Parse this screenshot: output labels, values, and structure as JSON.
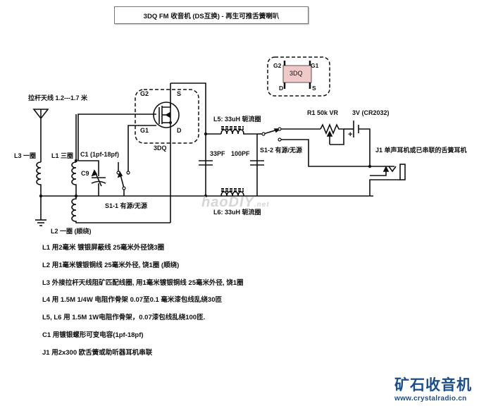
{
  "title": "3DQ FM 收音机 (DS互换) - 再生可推舌簧喇叭",
  "labels": {
    "antenna": "拉杆天线 1.2---1.7 米",
    "l3": "L3 一圈",
    "l1": "L1 三圈",
    "c1": "C1 (1pf-18pf)",
    "c9": "C9",
    "l2": "L2 一圈 (顺绕)",
    "s1_1": "S1-1 有源/无源",
    "g2": "G2",
    "s": "S",
    "g1": "G1",
    "d": "D",
    "transistor": "3DQ",
    "l5": "L5: 33uH 轭流圈",
    "l6": "L6: 33uH 轭流圈",
    "c_33pf": "33PF",
    "c_100pf": "100PF",
    "s1_2": "S1-2 有源/无源",
    "r1": "R1 50k VR",
    "battery": "3V (CR2032)",
    "battery_plus": "+",
    "j1": "J1 单声耳机或已串联的舌簧耳机"
  },
  "pinout": {
    "g2": "G2",
    "g1": "G1",
    "d": "D",
    "s": "S",
    "chip": "3DQ",
    "chip_color": "#f2c9c9"
  },
  "notes": [
    "L1 用2毫米 镀银屏蔽线 25毫米外径饶3圈",
    "L2 用1毫米镀银铜线 25毫米外径, 饶1圈 (顺绕)",
    "L3 外接拉杆天线阻矿匹配线圈, 用1毫米镀银铜线 25毫米外径, 饶1圈",
    "L4 用 1.5M 1/4W 电阻作骨架 0.07至0.1 毫米漆包线乱绕30匝",
    "L5, L6 用 1.5M 1W电阻作骨架，0.07漆包线乱绕100匝.",
    "C1 用镀银螺形可变电容(1pf-18pf)",
    "J1 用2x300 欧舌簧或助听器耳机串联"
  ],
  "watermark": {
    "main": "haoDIY",
    "suffix": ".net"
  },
  "brand": {
    "name": "矿石收音机",
    "url": "www.crystalradio.cn",
    "color": "#1a4d8c"
  }
}
